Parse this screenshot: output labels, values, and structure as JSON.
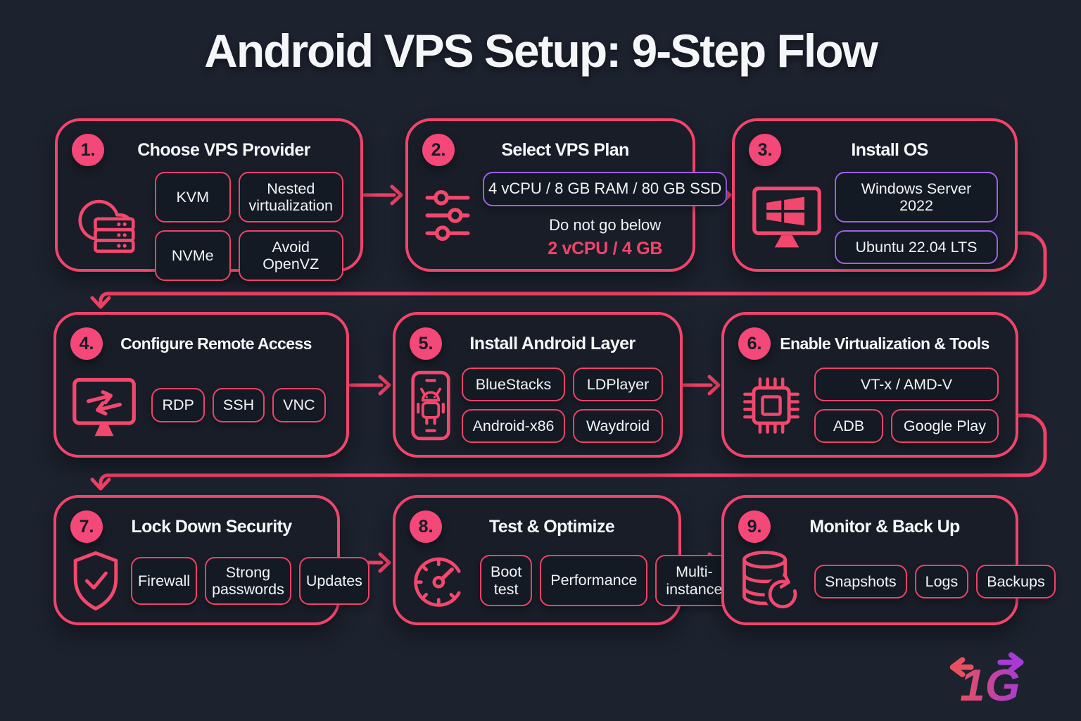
{
  "title": "Android VPS Setup: 9-Step Flow",
  "colors": {
    "background": "#1c222e",
    "card_background": "#181d27",
    "accent_pink": "#f0446b",
    "badge_pink": "#f34878",
    "chip_purple": "#a05fe8",
    "text_white": "#f4f5f7",
    "logo_pink": "#e6505f",
    "logo_purple": "#a83bd4"
  },
  "steps": [
    {
      "number": "1.",
      "title": "Choose VPS Provider",
      "icon": "cloud-server-icon",
      "chips": [
        {
          "label": "KVM"
        },
        {
          "label": "Nested virtualization"
        },
        {
          "label": "NVMe"
        },
        {
          "label": "Avoid OpenVZ"
        }
      ]
    },
    {
      "number": "2.",
      "title": "Select VPS Plan",
      "icon": "sliders-icon",
      "plan_chip": "4 vCPU / 8 GB RAM / 80 GB SSD",
      "note": "Do not go below",
      "minimum": "2 vCPU / 4 GB"
    },
    {
      "number": "3.",
      "title": "Install OS",
      "icon": "monitor-windows-icon",
      "chips": [
        {
          "label": "Windows Server 2022",
          "style": "purple"
        },
        {
          "label": "Ubuntu 22.04 LTS",
          "style": "purple"
        }
      ]
    },
    {
      "number": "4.",
      "title": "Configure Remote Access",
      "icon": "monitor-transfer-icon",
      "chips": [
        {
          "label": "RDP"
        },
        {
          "label": "SSH"
        },
        {
          "label": "VNC"
        }
      ]
    },
    {
      "number": "5.",
      "title": "Install Android Layer",
      "icon": "phone-android-icon",
      "chips": [
        {
          "label": "BlueStacks"
        },
        {
          "label": "LDPlayer"
        },
        {
          "label": "Android-x86"
        },
        {
          "label": "Waydroid"
        }
      ]
    },
    {
      "number": "6.",
      "title": "Enable Virtualization & Tools",
      "icon": "cpu-chip-icon",
      "chips": [
        {
          "label": "VT-x / AMD-V",
          "wide": true
        },
        {
          "label": "ADB"
        },
        {
          "label": "Google Play"
        }
      ]
    },
    {
      "number": "7.",
      "title": "Lock Down Security",
      "icon": "shield-check-icon",
      "chips": [
        {
          "label": "Firewall"
        },
        {
          "label": "Strong passwords"
        },
        {
          "label": "Updates"
        }
      ]
    },
    {
      "number": "8.",
      "title": "Test & Optimize",
      "icon": "gauge-icon",
      "chips": [
        {
          "label": "Boot test"
        },
        {
          "label": "Performance"
        },
        {
          "label": "Multi-instance"
        }
      ]
    },
    {
      "number": "9.",
      "title": "Monitor & Back Up",
      "icon": "database-refresh-icon",
      "chips": [
        {
          "label": "Snapshots"
        },
        {
          "label": "Logs"
        },
        {
          "label": "Backups"
        }
      ]
    }
  ],
  "logo": {
    "text": "1G"
  }
}
